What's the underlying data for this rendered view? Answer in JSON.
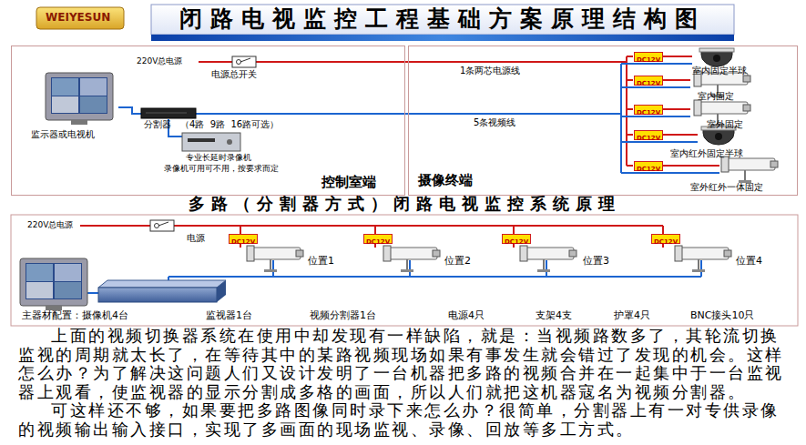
{
  "diagram": {
    "title": "闭路电视监控工程基础方案原理结构图",
    "caption": "多路（分割器方式）闭路电视监控系统原理",
    "nodes": [
      {
        "text": [
          "控制室端"
        ]
      },
      {
        "text": [
          "摄像终端"
        ]
      },
      {
        "text": [
          "DC12V"
        ],
        "in": 1
      },
      {
        "text": [
          "DC12V"
        ],
        "in": 1
      },
      {
        "text": [
          "DC12V"
        ],
        "in": 1
      },
      {
        "text": [
          "DC12V"
        ],
        "in": 1
      },
      {
        "text": [
          "DC12V"
        ],
        "in": 1
      },
      {
        "text": [
          "DC12V"
        ]
      },
      {
        "text": [
          "DC12V"
        ]
      },
      {
        "text": [
          "DC12V"
        ]
      },
      {
        "text": [
          "DC12V"
        ]
      }
    ],
    "labels": [
      "WEIYESUN",
      "220V总电源",
      "电源总开关",
      "监示器或电视机",
      "分割器",
      "（4路  9路  16路可选）",
      "专业长延时录像机",
      "录像机可用可不用，按要求而定",
      "1条两芯电源线",
      "5条视频线",
      "室内固定半球",
      "室内固定",
      "室外固定",
      "室内红外固定半球",
      "室外红外一体固定",
      "220V总电源",
      "电源",
      "位置1",
      "位置2",
      "位置3",
      "位置4",
      "主器材配置：摄像机4台",
      "监视器1台",
      "视频分割器1台",
      "电源4只",
      "支架4支",
      "护罩4只",
      "BNC接头10只",
      "上面的视频切换器系统在使用中却发现有一样缺陷，就是：当视频路数多了，其轮流切换监视的周期就太长了，在等待其中的某路视频现场如果有事发生就会错过了发现的机会。这样怎么办？为了解决这问题人们又设计发明了一台机器把多路的视频合并在一起集中于一台监视器上观看，使监视器的显示分割成多格的画面，所以人们就把这机器寇名为视频分割器。",
      "可这样还不够，如果要把多路图像同时录下来怎么办？很简单，分割器上有一对专供录像的视频输出输入接口，实现了多画面的现场监视、录像、回放等多工方式。"
    ]
  }
}
